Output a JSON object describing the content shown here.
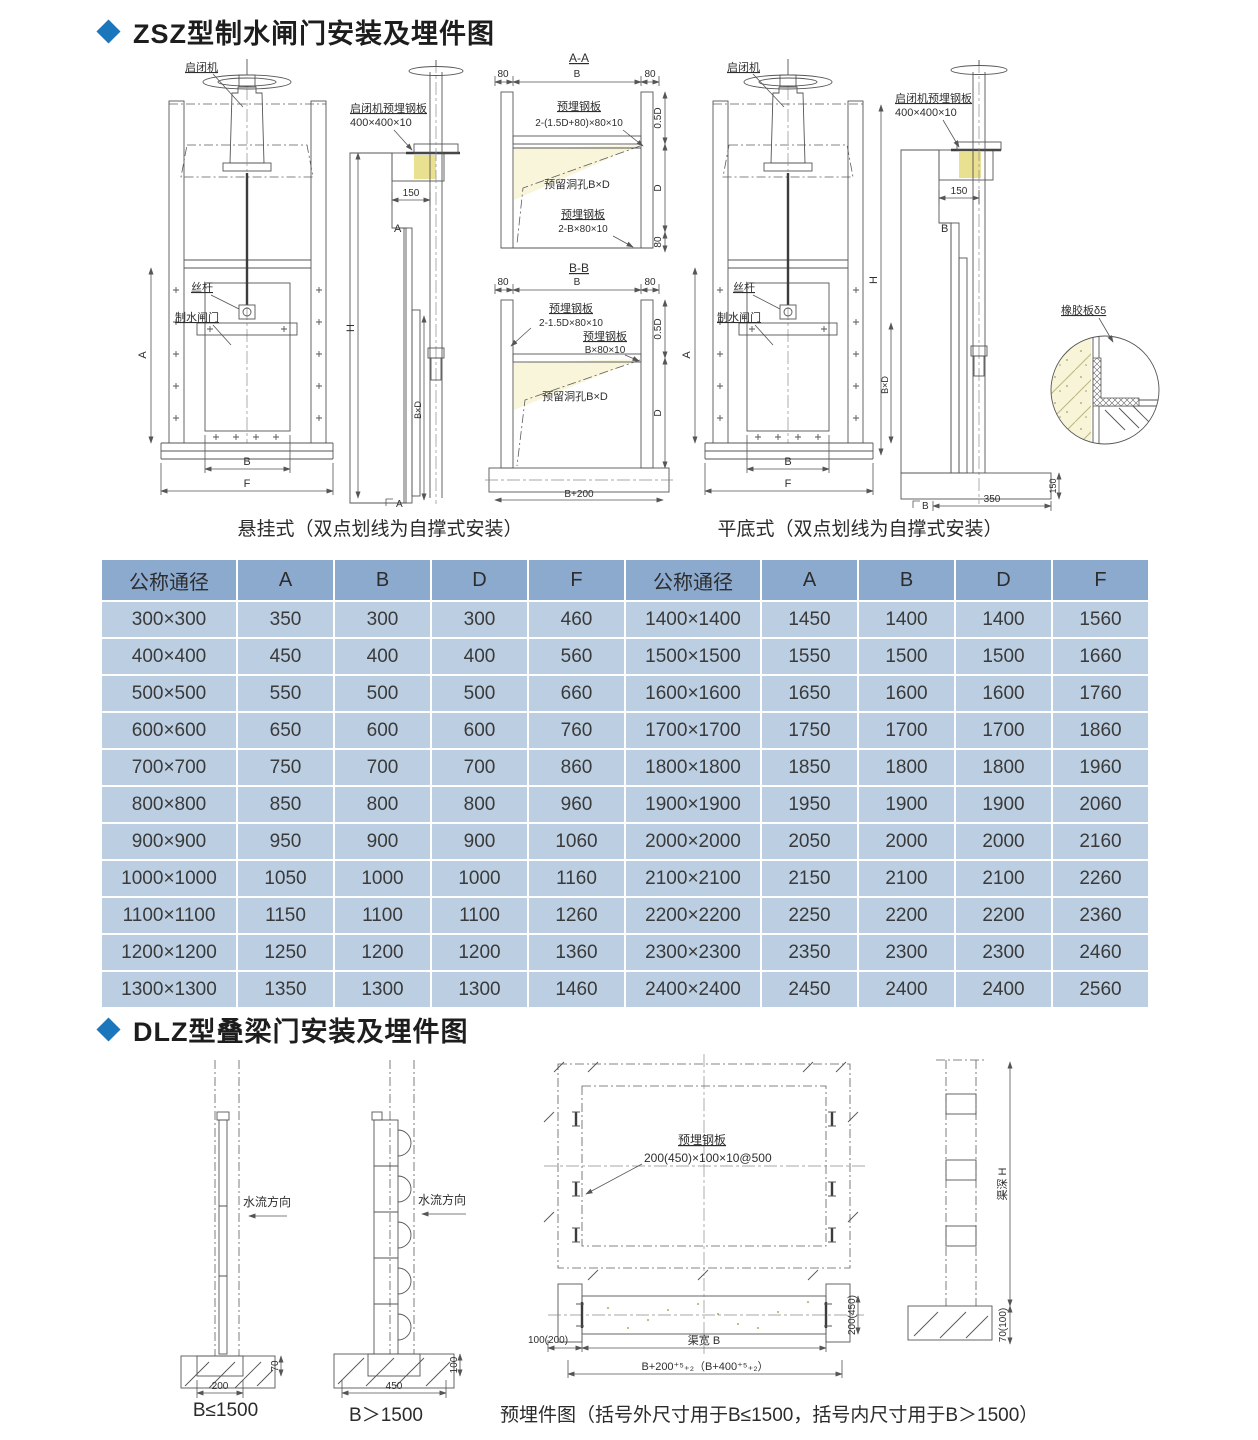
{
  "colors": {
    "accent_blue": "#1c76bc",
    "table_header_bg": "#8ca9ce",
    "table_body_bg": "#bccfe2",
    "concrete_yellow": "#f7f4d8",
    "pink": "#ecdbe6",
    "band_yellow": "#eae59c"
  },
  "section1": {
    "title": "ZSZ型制水闸门安装及埋件图",
    "caption_left": "悬挂式（双点划线为自撑式安装）",
    "caption_right": "平底式（双点划线为自撑式安装）"
  },
  "section2": {
    "title": "DLZ型叠梁门安装及埋件图",
    "caption_b_small": "B≤1500",
    "caption_b_large": "B＞1500",
    "caption_embed": "预埋件图（括号外尺寸用于B≤1500，括号内尺寸用于B＞1500）"
  },
  "labels": {
    "hoist": "启闭机",
    "screw_rod": "丝杆",
    "gate": "制水闸门",
    "hoist_plate_line1": "启闭机预埋钢板",
    "hoist_plate_line2": "400×400×10",
    "rubber_plate": "橡胶板δ5",
    "embedded_plate": "预埋钢板",
    "plate_spec_aa_top": "2-(1.5D+80)×80×10",
    "plate_spec_aa_bottom": "2-B×80×10",
    "plate_spec_bb_left": "2-1.5D×80×10",
    "plate_spec_bb_right": "B×80×10",
    "reserved_hole": "预留洞孔B×D",
    "section_aa": "A-A",
    "section_bb": "B-B",
    "flow_direction": "水流方向",
    "dlz_plate_spec": "200(450)×100×10@500",
    "channel_width": "渠宽 B",
    "channel_depth": "渠深 H",
    "dims": {
      "d80": "80",
      "d05D": "0.5D",
      "dD": "D",
      "dB": "B",
      "dF": "F",
      "dA": "A",
      "dH": "H",
      "dBxD": "B×D",
      "d150": "150",
      "d350": "350",
      "dB200": "B+200",
      "d70": "70",
      "d200": "200",
      "d100": "100",
      "d450": "450",
      "d100_200": "100(200)",
      "d200_450": "200(450)",
      "d70_100": "70(100)",
      "dB_tol": "B+200⁺⁵₊₂（B+400⁺⁵₊₂）"
    }
  },
  "table": {
    "headers": [
      "公称通径",
      "A",
      "B",
      "D",
      "F",
      "公称通径",
      "A",
      "B",
      "D",
      "F"
    ],
    "rows": [
      [
        "300×300",
        "350",
        "300",
        "300",
        "460",
        "1400×1400",
        "1450",
        "1400",
        "1400",
        "1560"
      ],
      [
        "400×400",
        "450",
        "400",
        "400",
        "560",
        "1500×1500",
        "1550",
        "1500",
        "1500",
        "1660"
      ],
      [
        "500×500",
        "550",
        "500",
        "500",
        "660",
        "1600×1600",
        "1650",
        "1600",
        "1600",
        "1760"
      ],
      [
        "600×600",
        "650",
        "600",
        "600",
        "760",
        "1700×1700",
        "1750",
        "1700",
        "1700",
        "1860"
      ],
      [
        "700×700",
        "750",
        "700",
        "700",
        "860",
        "1800×1800",
        "1850",
        "1800",
        "1800",
        "1960"
      ],
      [
        "800×800",
        "850",
        "800",
        "800",
        "960",
        "1900×1900",
        "1950",
        "1900",
        "1900",
        "2060"
      ],
      [
        "900×900",
        "950",
        "900",
        "900",
        "1060",
        "2000×2000",
        "2050",
        "2000",
        "2000",
        "2160"
      ],
      [
        "1000×1000",
        "1050",
        "1000",
        "1000",
        "1160",
        "2100×2100",
        "2150",
        "2100",
        "2100",
        "2260"
      ],
      [
        "1100×1100",
        "1150",
        "1100",
        "1100",
        "1260",
        "2200×2200",
        "2250",
        "2200",
        "2200",
        "2360"
      ],
      [
        "1200×1200",
        "1250",
        "1200",
        "1200",
        "1360",
        "2300×2300",
        "2350",
        "2300",
        "2300",
        "2460"
      ],
      [
        "1300×1300",
        "1350",
        "1300",
        "1300",
        "1460",
        "2400×2400",
        "2450",
        "2400",
        "2400",
        "2560"
      ]
    ]
  }
}
